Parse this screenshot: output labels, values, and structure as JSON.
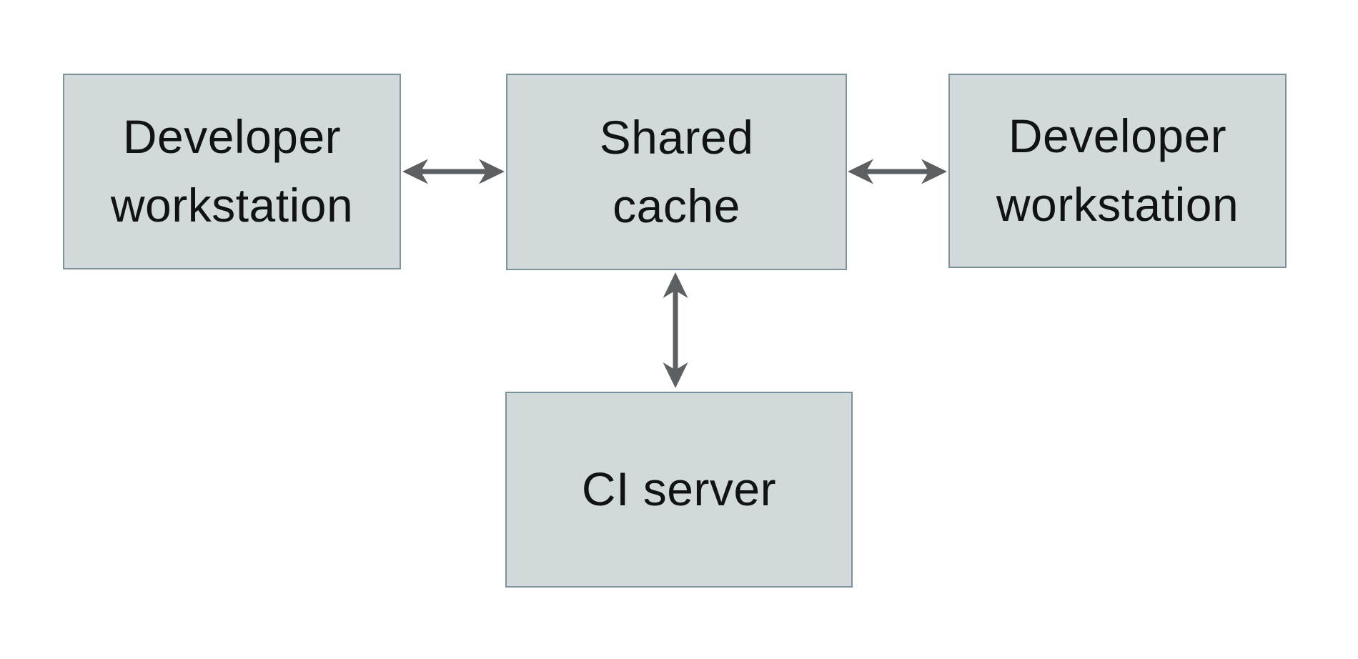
{
  "diagram": {
    "description": "Shared cache architecture diagram",
    "colors": {
      "node_fill": "#d1d9db",
      "node_border": "#7e929c",
      "arrow": "#5d6063",
      "text": "#101214",
      "canvas_bg": "#ffffff"
    },
    "nodes": [
      {
        "id": "developer-workstation-left",
        "label": "Developer\nworkstation"
      },
      {
        "id": "shared-cache",
        "label": "Shared\ncache"
      },
      {
        "id": "developer-workstation-right",
        "label": "Developer\nworkstation"
      },
      {
        "id": "ci-server",
        "label": "CI server"
      }
    ],
    "edges": [
      {
        "from": "developer-workstation-left",
        "to": "shared-cache",
        "direction": "bidirectional",
        "orientation": "horizontal"
      },
      {
        "from": "developer-workstation-right",
        "to": "shared-cache",
        "direction": "bidirectional",
        "orientation": "horizontal"
      },
      {
        "from": "ci-server",
        "to": "shared-cache",
        "direction": "bidirectional",
        "orientation": "vertical"
      }
    ]
  }
}
